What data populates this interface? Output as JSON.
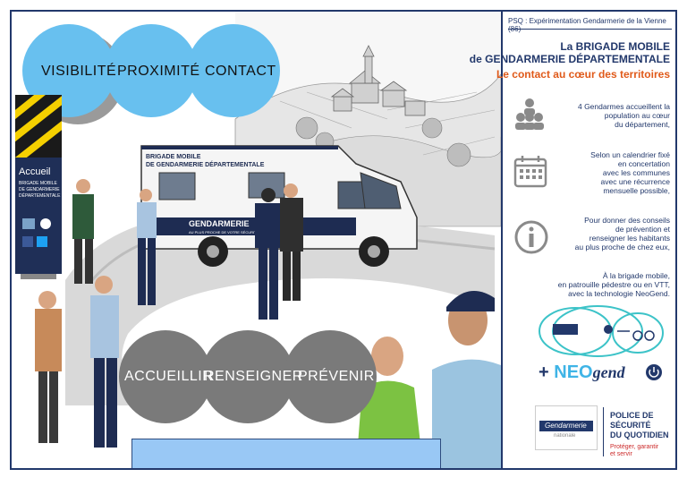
{
  "panel": {
    "header": "PSQ : Expérimentation Gendarmerie de la Vienne (86)",
    "title_line1": "La BRIGADE MOBILE",
    "title_line2": "de GENDARMERIE DÉPARTEMENTALE",
    "title_line3": "Le contact au cœur des territoires",
    "info1": [
      "4 Gendarmes accueillent la",
      "population au cœur",
      "du département,"
    ],
    "info2": [
      "Selon un calendrier fixé",
      "en concertation",
      "avec les communes",
      "avec une récurrence",
      "mensuelle possible,"
    ],
    "info3": [
      "Pour donner des conseils",
      "de prévention et",
      "renseigner les habitants",
      "au plus proche de chez eux,"
    ],
    "info4": [
      "À la brigade mobile,",
      "en patrouille pédestre ou en VTT,",
      "avec la technologie NeoGend."
    ],
    "neogend": "NEO",
    "neogend_suffix": "gend",
    "gendarmerie_logo": "Gendarmerie",
    "gendarmerie_logo_sub": "nationale",
    "police_line1": "POLICE DE",
    "police_line2": "SÉCURITÉ",
    "police_line3": "DU QUOTIDIEN",
    "police_sub1": "Protéger, garantir",
    "police_sub2": "et servir"
  },
  "scene": {
    "top_bubbles": [
      "VISIBILITÉ",
      "PROXIMITÉ",
      "CONTACT"
    ],
    "bottom_bubbles": [
      "ACCUEILLIR",
      "RENSEIGNER",
      "PRÉVENIR"
    ],
    "banner": {
      "title": "Accueil",
      "line1": "BRIGADE MOBILE",
      "line2": "DE GENDARMERIE",
      "line3": "DÉPARTEMENTALE"
    },
    "van": {
      "label1": "BRIGADE MOBILE",
      "label2": "DE GENDARMERIE DÉPARTEMENTALE",
      "side": "GENDARMERIE",
      "side_sub": "AU PLUS PROCHE DE VOTRE SÉCURITÉ"
    }
  },
  "colors": {
    "navy": "#22386b",
    "orange": "#e05a1a",
    "blue_bubble": "#68c0ef",
    "grey_bubble": "#7a7a7a"
  }
}
